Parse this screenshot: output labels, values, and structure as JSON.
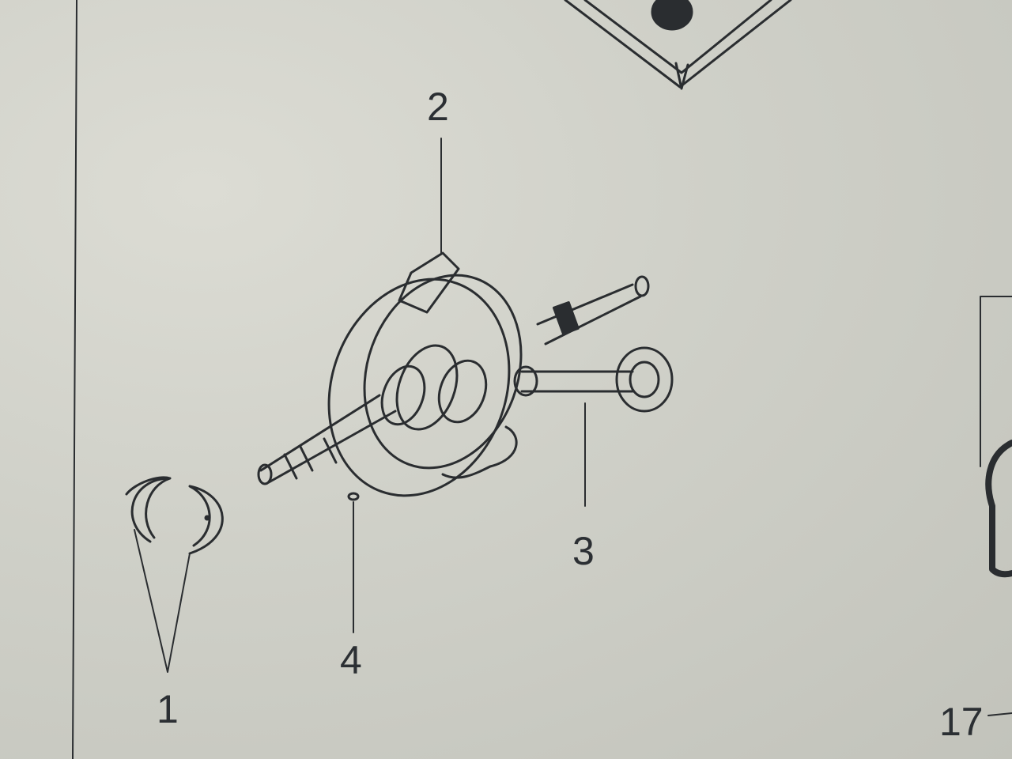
{
  "diagram": {
    "callouts": [
      "1",
      "2",
      "3",
      "4"
    ],
    "page_number": "17"
  },
  "colors": {
    "line": "#2a2d30",
    "paper": "#cfd0c8"
  }
}
